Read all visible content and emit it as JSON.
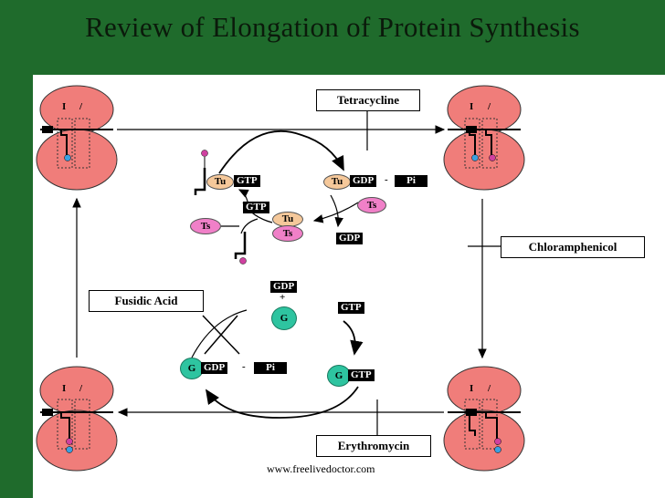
{
  "title": "Review of Elongation of Protein Synthesis",
  "antibiotics": {
    "tetracycline": "Tetracycline",
    "chloramphenicol": "Chloramphenicol",
    "fusidic_acid": "Fusidic Acid",
    "erythromycin": "Erythromycin"
  },
  "factors": {
    "tu": "Tu",
    "ts": "Ts",
    "g": "G",
    "gtp": "GTP",
    "gdp": "GDP",
    "pi": "Pi",
    "plus": "+",
    "dash": "-"
  },
  "site_label_i": "I",
  "site_label_slash": "/",
  "footer": "www.freelivedoctor.com",
  "colors": {
    "background": "#1f6b2c",
    "ribosome": "#f07d7a",
    "tu": "#f5c89a",
    "ts": "#f080c8",
    "g": "#2ec4a0",
    "trna_dot": "#d040a0",
    "blue_dot": "#3aa0e0"
  }
}
